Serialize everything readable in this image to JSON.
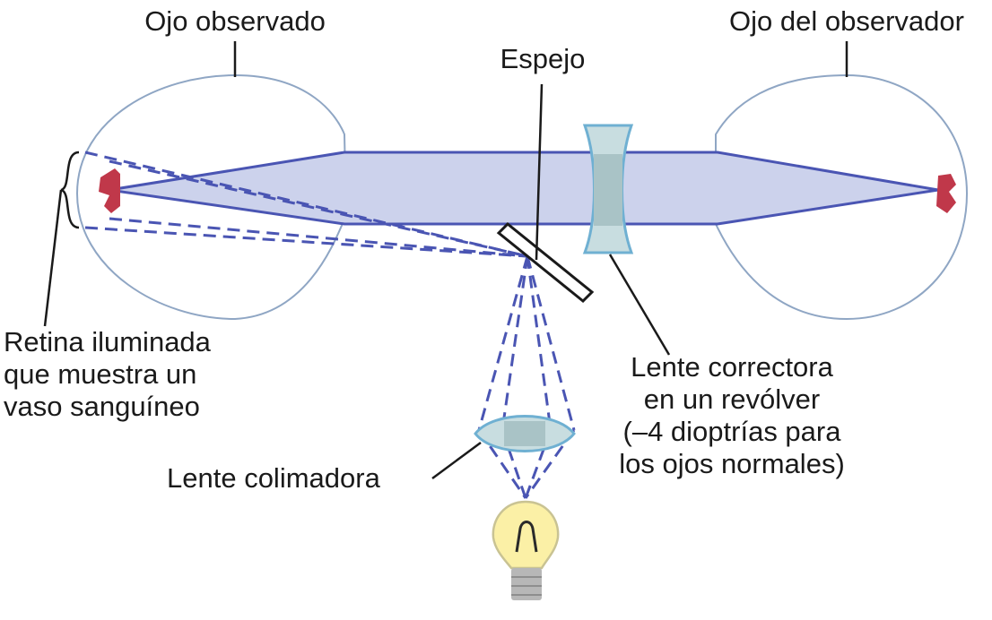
{
  "labels": {
    "observed_eye": "Ojo observado",
    "observer_eye": "Ojo del observador",
    "mirror": "Espejo",
    "retina": [
      "Retina iluminada",
      "que muestra un",
      "vaso sanguíneo"
    ],
    "corrective_lens": [
      "Lente correctora",
      "en un revólver",
      "(–4 dioptrías para",
      "los ojos normales)"
    ],
    "collimating_lens": "Lente colimadora"
  },
  "colors": {
    "eye_outline": "#8fa6c4",
    "beam_fill": "#ccd2ec",
    "ray": "#4a55b3",
    "dashed_ray": "#4a55b3",
    "lens_fill": "#c8dde0",
    "lens_edge": "#6fb0d2",
    "lens_core": "#a9c3c6",
    "blood_vessel": "#c0384a",
    "bulb_glass": "#fbf0a6",
    "bulb_outline": "#c9c393",
    "bulb_base": "#b7b7b7",
    "leader_line": "#1a1a1a"
  },
  "icons": [
    "blood-vessel-icon",
    "light-bulb-icon"
  ]
}
